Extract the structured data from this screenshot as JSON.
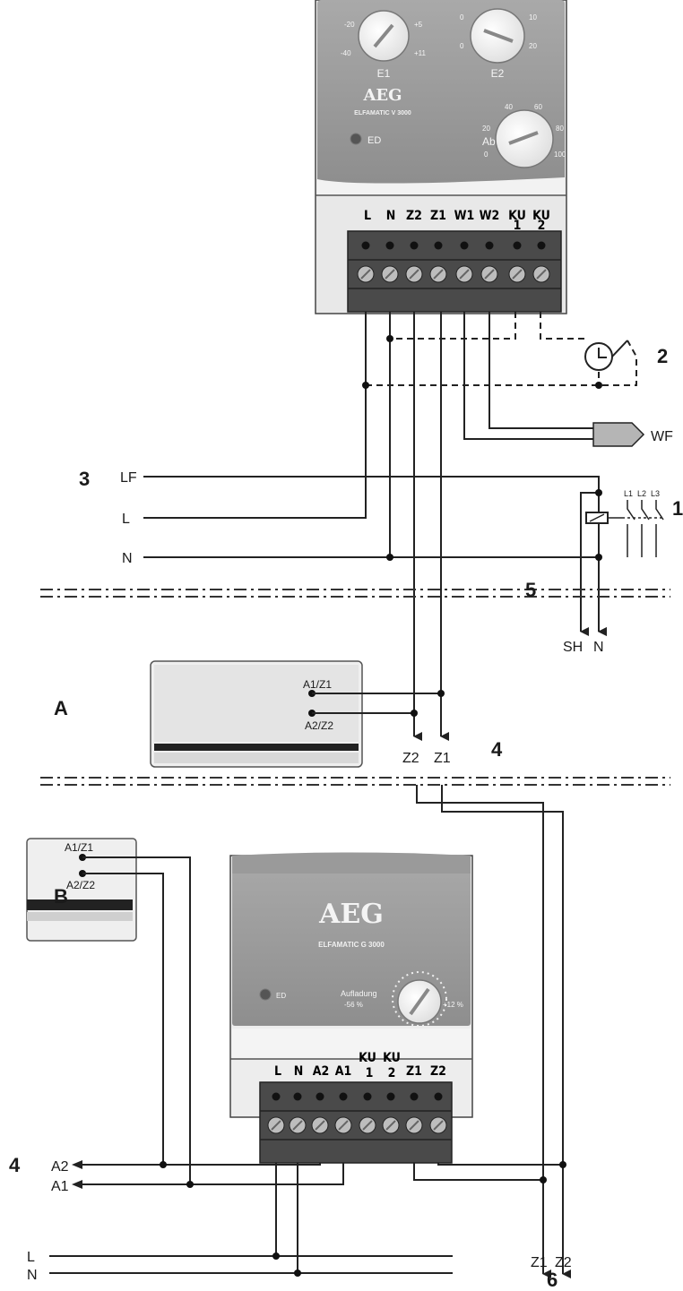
{
  "top_device": {
    "brand": "AEG",
    "model": "ELFAMATIC V 3000",
    "knob_left_label": "E1",
    "knob_right_label": "E2",
    "knob_bottom_label": "Ab",
    "led_label": "ED",
    "terminals": [
      "L",
      "N",
      "Z2",
      "Z1",
      "W1",
      "W2",
      "KU",
      "KU"
    ],
    "terminal_sub": [
      "",
      "",
      "",
      "",
      "",
      "",
      "1",
      "2"
    ]
  },
  "bottom_device": {
    "brand": "AEG",
    "model": "ELFAMATIC G 3000",
    "knob_label": "Aufladung",
    "scale_min": "-56 %",
    "scale_max": "+12 %",
    "led_label": "ED",
    "terminals": [
      "L",
      "N",
      "A2",
      "A1",
      "KU",
      "KU",
      "Z1",
      "Z2"
    ],
    "terminal_sub": [
      "",
      "",
      "",
      "",
      "1",
      "2",
      "",
      ""
    ]
  },
  "callouts": {
    "timer": "2",
    "lf": "3",
    "contactor": "1",
    "sh": "5",
    "section_a_outputs": "4",
    "section_b_outputs": "4",
    "bottom_outputs": "6"
  },
  "wire_labels": {
    "lf": "LF",
    "l": "L",
    "n": "N",
    "wf": "WF",
    "sh": "SH",
    "n_out": "N",
    "phases": [
      "L1",
      "L2",
      "L3"
    ]
  },
  "section_a": {
    "label": "A",
    "terminal_1": "A1/Z1",
    "terminal_2": "A2/Z2",
    "out_z2": "Z2",
    "out_z1": "Z1"
  },
  "section_b": {
    "label": "B",
    "terminal_1": "A1/Z1",
    "terminal_2": "A2/Z2",
    "out_a2": "A2",
    "out_a1": "A1",
    "line_l": "L",
    "line_n": "N",
    "out_z1": "Z1",
    "out_z2": "Z2"
  }
}
